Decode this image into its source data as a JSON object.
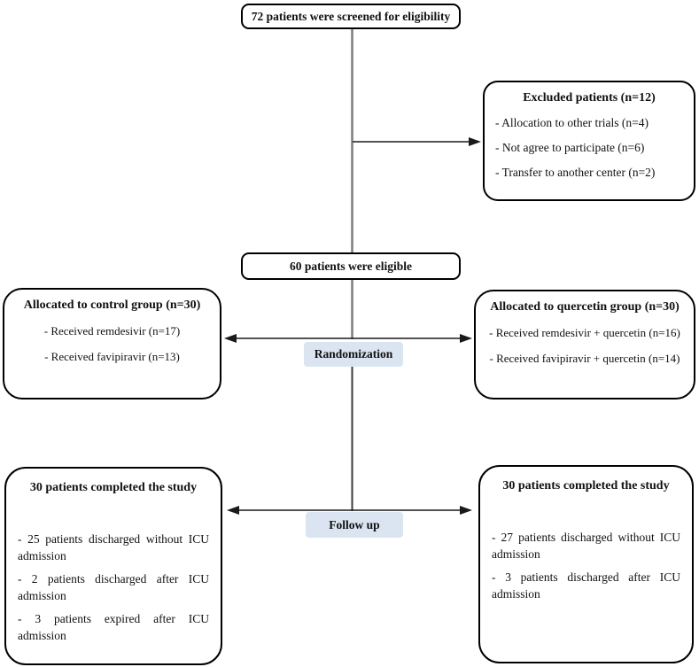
{
  "colors": {
    "box_border": "#000000",
    "label_bg": "#dbe5f1",
    "vertical_line_gray": "#7d7d7d",
    "vertical_line_dark": "#3c3c3c",
    "arrow_black": "#1a1a1a"
  },
  "flowchart": {
    "screened": {
      "text": "72 patients were screened for eligibility"
    },
    "excluded": {
      "title": "Excluded patients (n=12)",
      "items": [
        "- Allocation to other trials (n=4)",
        "- Not agree to participate (n=6)",
        "- Transfer to another center (n=2)"
      ]
    },
    "eligible": {
      "text": "60 patients were eligible"
    },
    "control": {
      "title": "Allocated to control group (n=30)",
      "items": [
        "- Received remdesivir (n=17)",
        "- Received favipiravir (n=13)"
      ]
    },
    "quercetin": {
      "title": "Allocated to quercetin group (n=30)",
      "items": [
        "- Received remdesivir + quercetin (n=16)",
        "- Received favipiravir + quercetin (n=14)"
      ]
    },
    "randomization_label": "Randomization",
    "followup_label": "Follow up",
    "completed_control": {
      "title": "30 patients completed the study",
      "items": [
        "- 25 patients discharged without ICU admission",
        "- 2 patients discharged after ICU admission",
        "- 3 patients expired after ICU admission"
      ]
    },
    "completed_quercetin": {
      "title": "30 patients completed the study",
      "items": [
        "- 27 patients discharged without ICU admission",
        "- 3 patients discharged after ICU admission"
      ]
    }
  }
}
